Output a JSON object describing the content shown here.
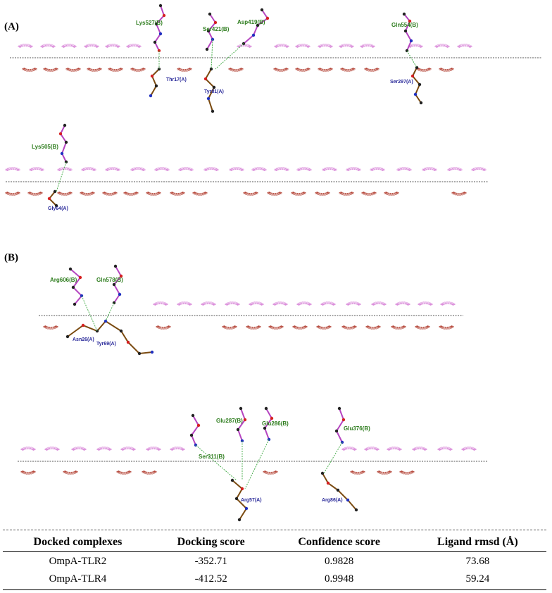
{
  "panels": {
    "A": {
      "label": "(A)"
    },
    "B": {
      "label": "(B)"
    }
  },
  "tlr_labels": {
    "a1_lys527": "Lys527(B)",
    "a1_ser421": "Ser421(B)",
    "a1_asp419": "Asp419(B)",
    "a1_gln554": "Gln554(B)",
    "a1_thr17": "Thr17(A)",
    "a1_tyr81": "Tyr81(A)",
    "a1_ser297": "Ser297(A)",
    "a2_lys505": "Lys505(B)",
    "a2_gly64": "Gly64(A)",
    "b1_arg606": "Arg606(B)",
    "b1_gln578": "Gln578(B)",
    "b1_asn26": "Asn26(A)",
    "b1_tyr69": "Tyr69(A)",
    "b2_glu287": "Glu287(B)",
    "b2_glu286": "Glu286(B)",
    "b2_glu376": "Glu376(B)",
    "b2_ser311": "Ser311(B)",
    "b2_arg57": "Arg57(A)",
    "b2_arg86": "Arg86(A)"
  },
  "table": {
    "headers": [
      "Docked complexes",
      "Docking score",
      "Confidence score",
      "Ligand rmsd  (Å)"
    ],
    "rows": [
      [
        "OmpA-TLR2",
        "-352.71",
        "0.9828",
        "73.68"
      ],
      [
        "OmpA-TLR4",
        "-412.52",
        "0.9948",
        "59.24"
      ]
    ]
  },
  "colors": {
    "hydrophobic_pink": "#d98ad9",
    "hydrophobic_red": "#b5473a",
    "hbond_green": "#4caf50",
    "ligand_bond": "#7a4a10",
    "label_green": "#2e7d1e",
    "label_blue": "#2a2a9a"
  }
}
